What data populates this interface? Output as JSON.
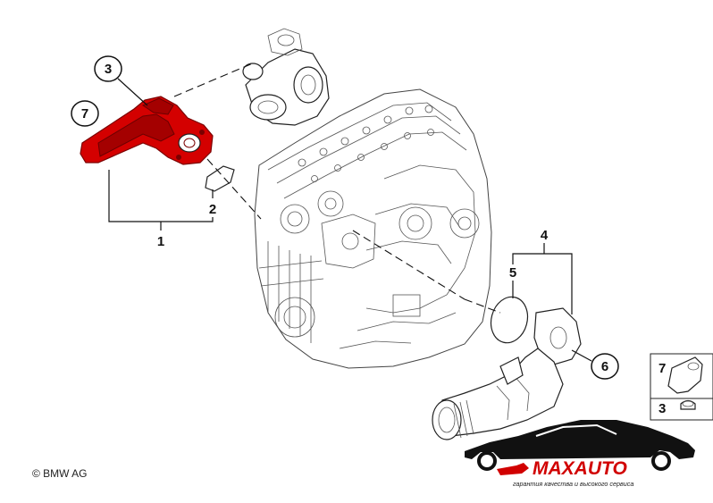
{
  "callouts": {
    "c1": "1",
    "c2": "2",
    "c3": "3",
    "c4": "4",
    "c5": "5",
    "c6": "6",
    "c7": "7"
  },
  "legend": {
    "row1_number": "7",
    "row2_number": "3"
  },
  "copyright": "© BMW AG",
  "logo": {
    "brand": "MAXAUTO",
    "tagline": "гарантия качества и высокого сервиса"
  },
  "colors": {
    "highlight": "#d40000",
    "logo_red": "#d10000"
  }
}
